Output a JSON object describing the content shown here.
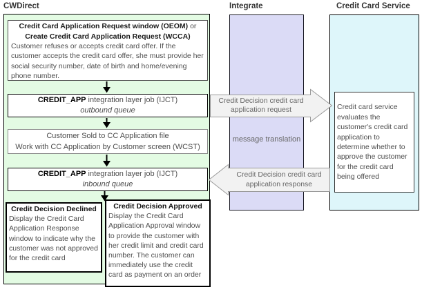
{
  "diagram": {
    "columns": [
      {
        "id": "cwdirect",
        "label": "CWDirect"
      },
      {
        "id": "integrate",
        "label": "Integrate"
      },
      {
        "id": "service",
        "label": "Credit Card Service"
      }
    ],
    "cwdirect": {
      "request_box": {
        "title_bold": "Credit Card Application Request window (OEOM)",
        "title_or": " or",
        "title_line2": "Create Credit Card Application Request (WCCA)",
        "body": "Customer refuses or accepts credit card offer. If the customer accepts the credit card offer, she must provide her social security number, date of birth and home/evening phone number."
      },
      "outbound_box": {
        "job_bold": "CREDIT_APP",
        "job_rest": " integration layer job (IJCT)",
        "queue": "outbound queue"
      },
      "customer_box": {
        "line1": "Customer Sold to CC Application file",
        "line2": "Work with CC Application by Customer screen (WCST)"
      },
      "inbound_box": {
        "job_bold": "CREDIT_APP",
        "job_rest": " integration layer job (IJCT)",
        "queue": "inbound queue"
      },
      "declined_box": {
        "title": "Credit Decision Declined",
        "body": "Display the Credit Card Application Response window to indicate why the customer was not approved for the credit card"
      },
      "approved_box": {
        "title": "Credit Decision Approved",
        "body": "Display the Credit Card Application Approval window to provide the customer with her credit limit and credit card number. The customer can immediately use the credit card as payment on an order"
      }
    },
    "integrate": {
      "box_label": "message translation"
    },
    "service": {
      "description": "Credit card service evaluates the customer's credit card application to determine whether to approve the customer for the credit card being offered"
    },
    "flows": {
      "request": "Credit Decision credit card application request",
      "response": "Credit Decision credit card application response"
    },
    "colors": {
      "cwdirect_bg": "#e3fbe3",
      "integrate_bg": "#dbdbf6",
      "service_bg": "#def6fa",
      "flow_arrow_fill": "#f2f2f2",
      "flow_arrow_border": "#999999",
      "box_border": "#000000"
    }
  }
}
